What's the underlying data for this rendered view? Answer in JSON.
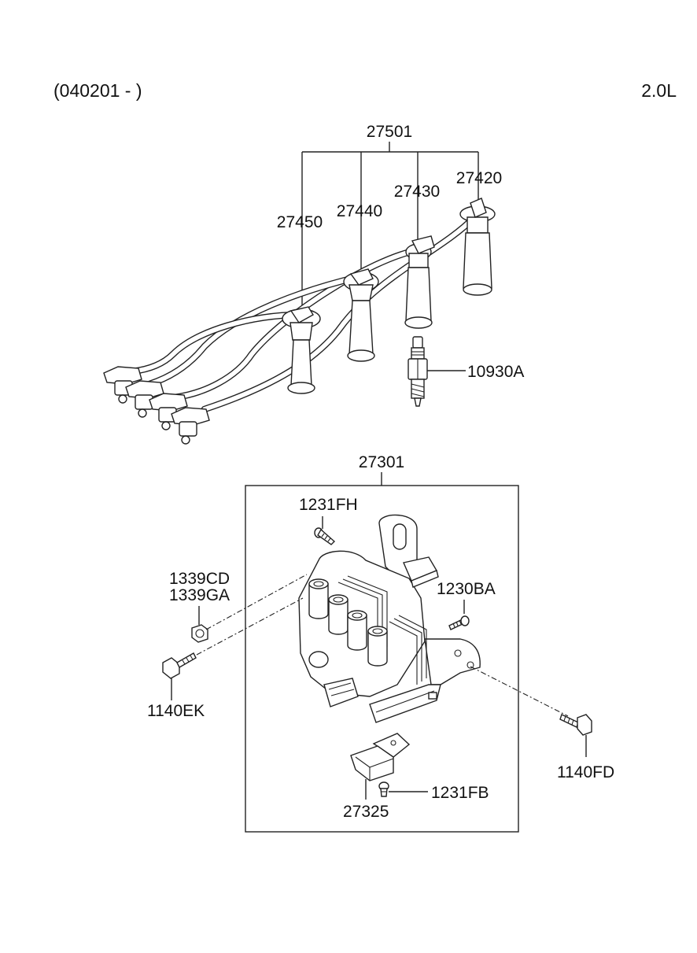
{
  "header": {
    "date_range": "(040201 - )",
    "engine": "2.0L"
  },
  "callouts": {
    "cable_set": "27501",
    "cable_4": "27450",
    "cable_3": "27440",
    "cable_2": "27430",
    "cable_1": "27420",
    "spark_plug": "10930A",
    "coil_assembly": "27301",
    "screw_top": "1231FH",
    "nut_a": "1339CD",
    "nut_b": "1339GA",
    "bolt_left": "1140EK",
    "screw_right": "1230BA",
    "bolt_right": "1140FD",
    "condenser": "27325",
    "screw_bottom": "1231FB"
  }
}
